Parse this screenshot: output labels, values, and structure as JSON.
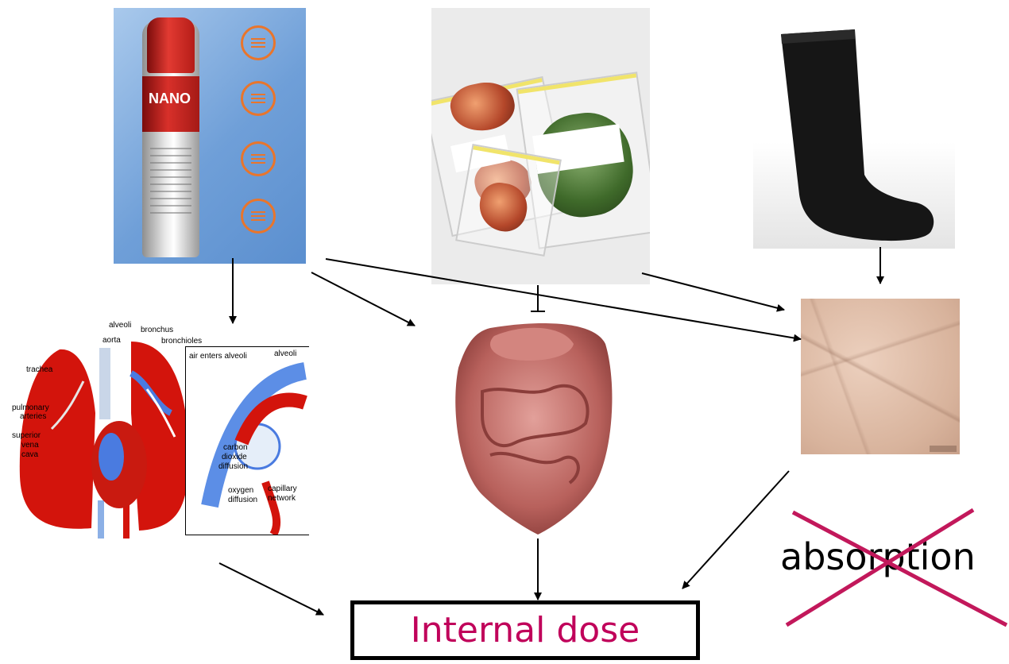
{
  "images": {
    "spray_can": {
      "icon": "nano-spray-can-image",
      "can_text": "NANO"
    },
    "food_bags": {
      "icon": "food-storage-bags-image"
    },
    "sock": {
      "icon": "black-sock-image"
    },
    "lungs": {
      "icon": "lungs-anatomy-diagram",
      "labels": {
        "alveoli": "alveoli",
        "bronchus": "bronchus",
        "aorta": "aorta",
        "bronchioles": "bronchioles",
        "trachea": "trachea",
        "pulmonary_arteries_1": "pulmonary",
        "pulmonary_arteries_2": "arteries",
        "superior_vena_cava_1": "superior",
        "superior_vena_cava_2": "vena",
        "superior_vena_cava_3": "cava",
        "air_enters_alveoli": "air enters alveoli",
        "alveoli_inset": "alveoli",
        "carbon_dioxide_1": "carbon",
        "carbon_dioxide_2": "dioxide",
        "carbon_dioxide_3": "diffusion",
        "oxygen_diffusion_1": "oxygen",
        "oxygen_diffusion_2": "diffusion",
        "capillary_network_1": "capillary",
        "capillary_network_2": "network"
      }
    },
    "intestines": {
      "icon": "digestive-tract-image"
    },
    "skin": {
      "icon": "skin-surface-image"
    }
  },
  "absorption": {
    "label": "absorption",
    "cross_color": "#c2185b"
  },
  "dose": {
    "label": "Internal dose",
    "text_color": "#c0005a",
    "border_color": "#000000"
  },
  "arrow_color": "#000000"
}
